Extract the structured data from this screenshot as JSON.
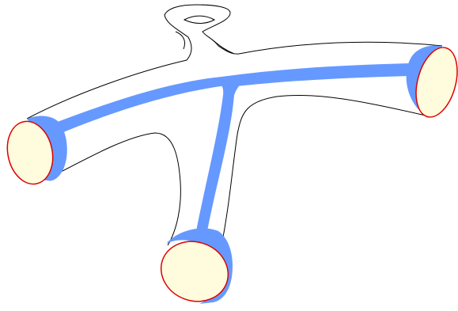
{
  "diagram": {
    "description_visible_text": "",
    "colors": {
      "background": "#ffffff",
      "outline": "#000000",
      "ribbon": "#6699ff",
      "boundary_circle": "#dd0000",
      "boundary_fill": "#fffbdd"
    },
    "parts": {
      "handle": "genus-handle",
      "ribbon": "branched-ribbon",
      "boundaries": [
        "left-boundary",
        "bottom-boundary",
        "right-boundary"
      ]
    }
  }
}
